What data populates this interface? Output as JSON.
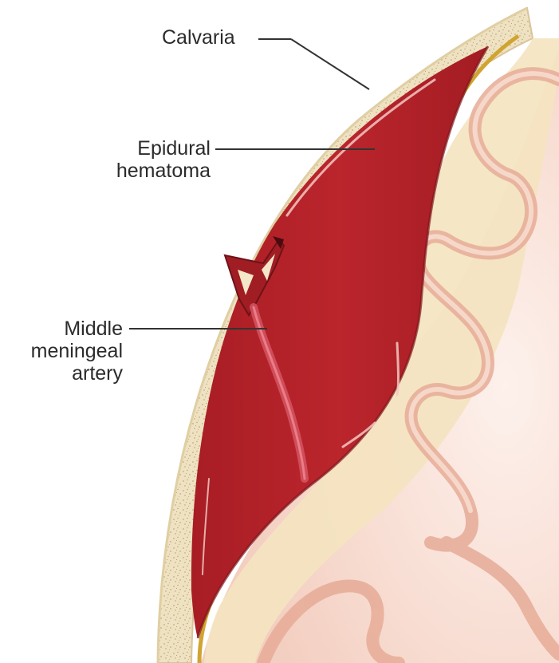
{
  "labels": {
    "calvaria": "Calvaria",
    "epidural_hematoma": [
      "Epidural",
      "hematoma"
    ],
    "middle_meningeal_artery": [
      "Middle",
      "meningeal",
      "artery"
    ]
  },
  "colors": {
    "bone": "#f1e4c4",
    "bone_speckle": "#c9b48a",
    "dura": "#d4a72f",
    "hematoma": "#b8232a",
    "hematoma_dark": "#8e1a20",
    "brain": "#f6d5c8",
    "gyri_outline": "#e3a896",
    "csf_space": "#f5e6c6",
    "leader_line": "#333333"
  }
}
